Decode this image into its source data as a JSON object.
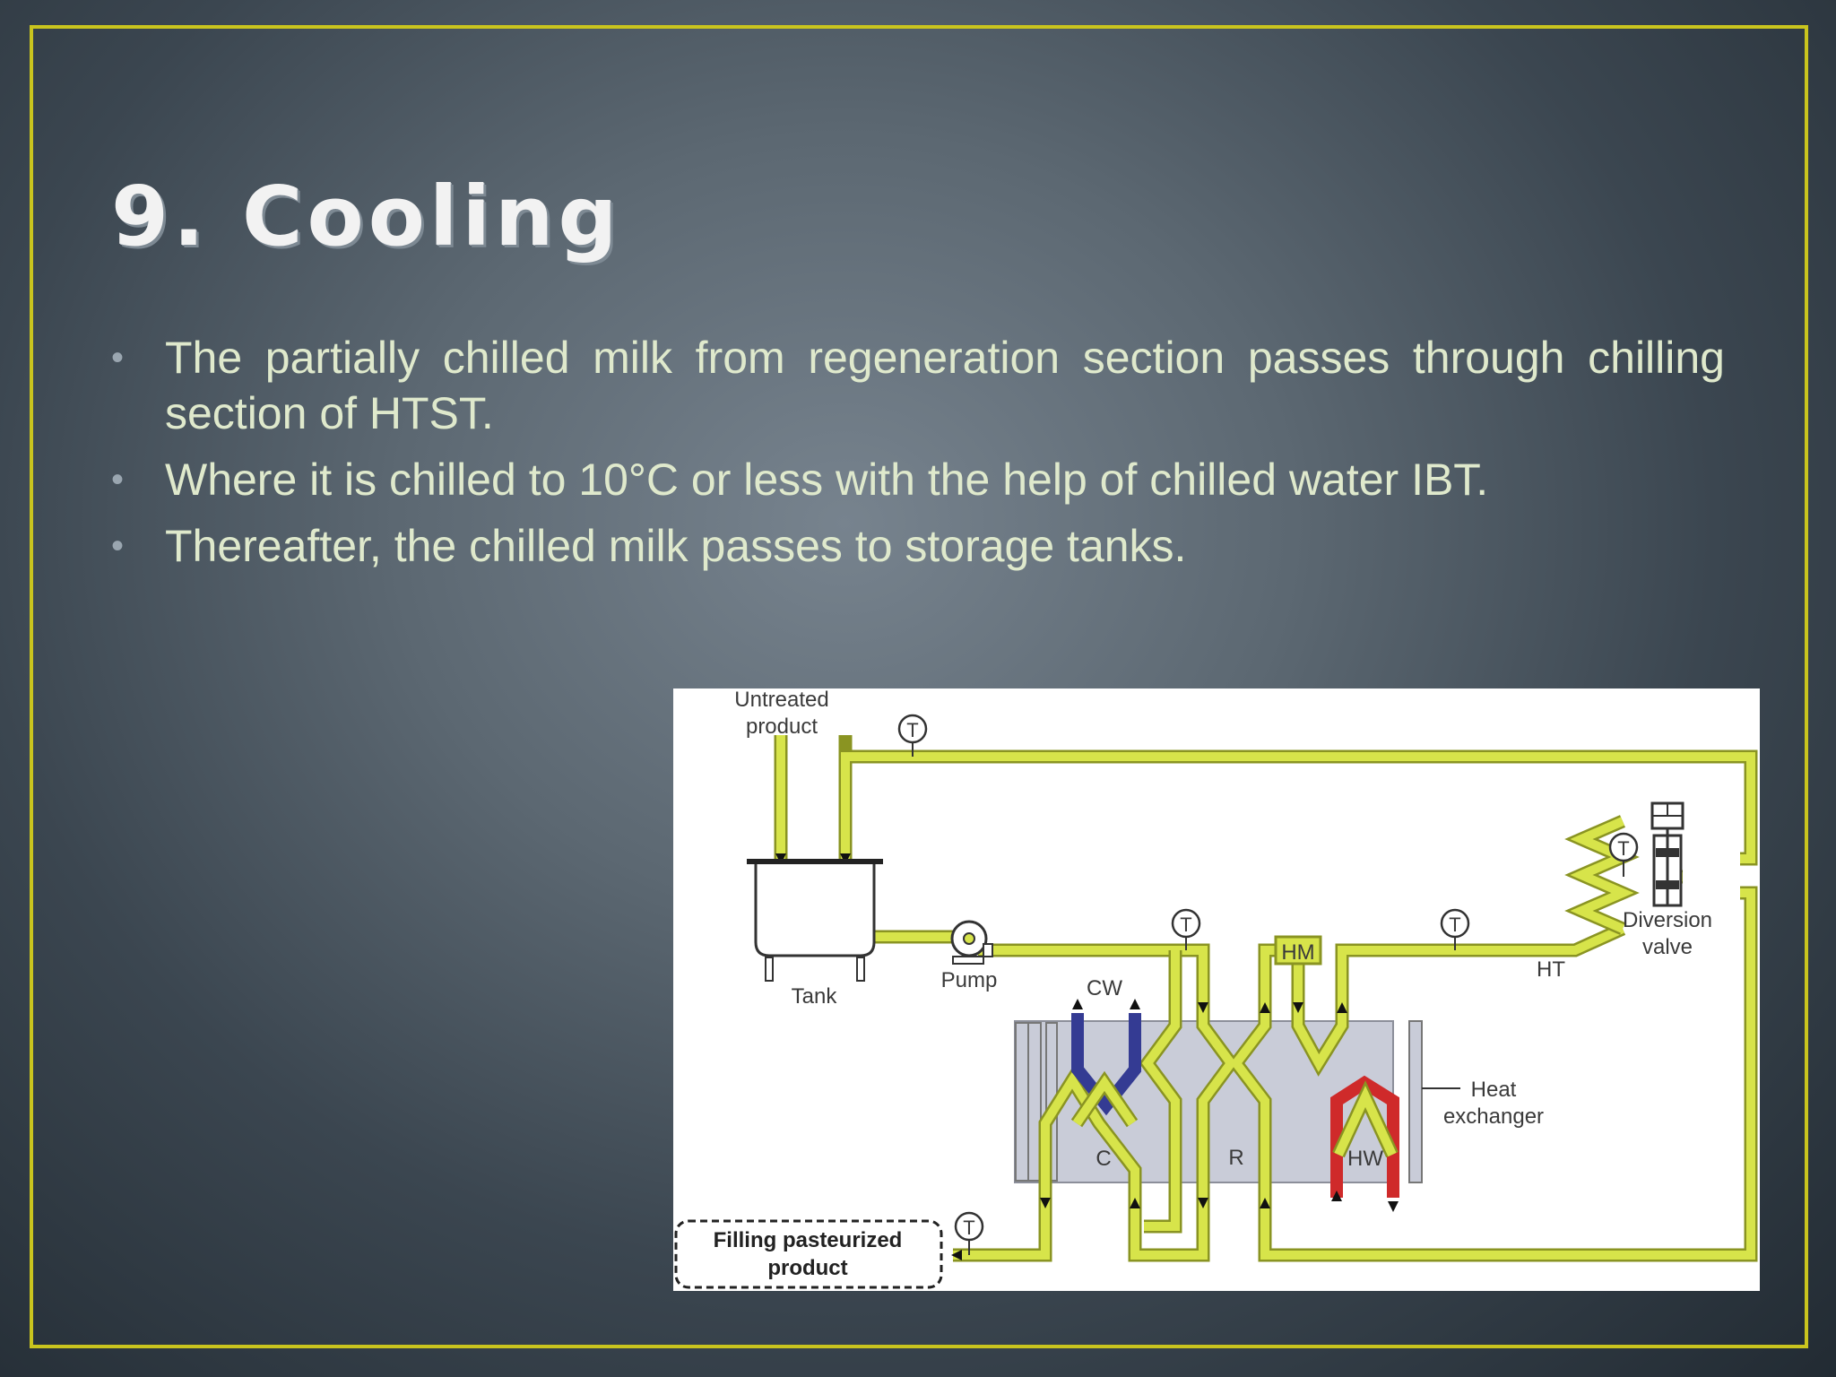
{
  "slide": {
    "title": "9. Cooling",
    "bullets": [
      "The partially chilled milk from regeneration section passes through chilling section of HTST.",
      "Where it is chilled to 10°C or less with the help of chilled water IBT.",
      "Thereafter, the chilled milk passes to storage tanks."
    ],
    "bullet_symbol": "•"
  },
  "diagram": {
    "labels": {
      "untreated_line1": "Untreated",
      "untreated_line2": "product",
      "tank": "Tank",
      "pump": "Pump",
      "cw": "CW",
      "hm": "HM",
      "ht": "HT",
      "diversion_line1": "Diversion",
      "diversion_line2": "valve",
      "heat_line1": "Heat",
      "heat_line2": "exchanger",
      "section_c": "C",
      "section_r": "R",
      "section_hw": "HW",
      "filling_line1": "Filling pasteurized",
      "filling_line2": "product",
      "thermometer": "T"
    },
    "colors": {
      "product_pipe": "#d7e44a",
      "pipe_outline": "#8a9422",
      "chilled_water": "#343b93",
      "hot_water": "#cf2a2a",
      "exchanger_plates": "#c9ccd8",
      "frame_border": "#c9c41e"
    }
  }
}
